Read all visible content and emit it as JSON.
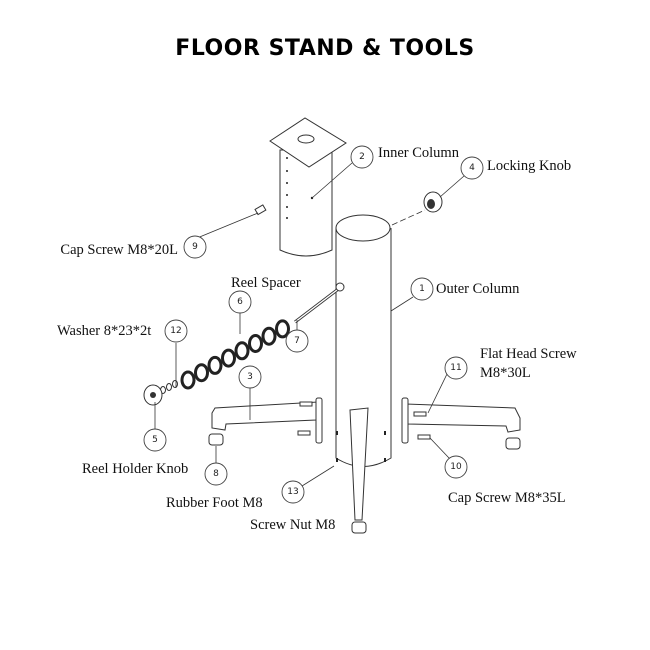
{
  "title": "FLOOR STAND & TOOLS",
  "parts": [
    {
      "number": "1",
      "label": "Outer Column"
    },
    {
      "number": "2",
      "label": "Inner Column"
    },
    {
      "number": "3",
      "label": ""
    },
    {
      "number": "4",
      "label": "Locking Knob"
    },
    {
      "number": "5",
      "label": "Reel Holder Knob"
    },
    {
      "number": "6",
      "label": "Reel Spacer"
    },
    {
      "number": "7",
      "label": ""
    },
    {
      "number": "8",
      "label": "Rubber Foot M8"
    },
    {
      "number": "9",
      "label": "Cap Screw M8*20L"
    },
    {
      "number": "10",
      "label": "Cap Screw M8*35L"
    },
    {
      "number": "11",
      "label": "Flat Head Screw",
      "label2": "M8*30L"
    },
    {
      "number": "12",
      "label": "Washer 8*23*2t"
    },
    {
      "number": "13",
      "label": "Screw Nut M8"
    }
  ]
}
